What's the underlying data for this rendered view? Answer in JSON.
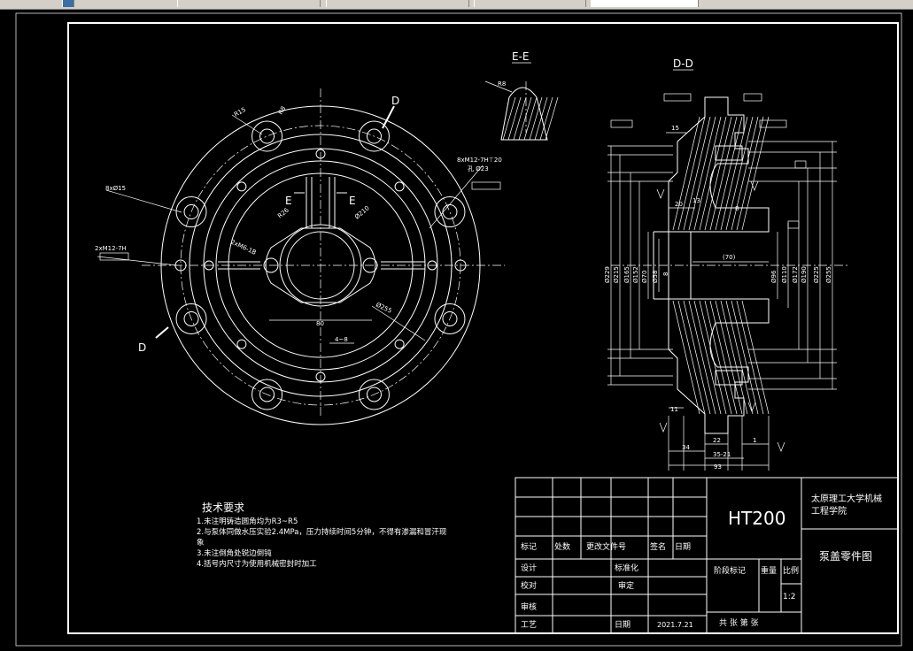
{
  "drawing": {
    "front_view": {
      "section_mark": "D",
      "dims": {
        "r15": "R15",
        "r8": "R8",
        "holes_8x15": "8xØ15",
        "thread_2xm12": "2xM12-7H",
        "thread_8xm12": "8xM12-7H⊤20",
        "bore_23": "孔 Ø23",
        "r26": "R26",
        "d210": "Ø210",
        "thread_2xm6": "2xM6-1B",
        "d255": "Ø255",
        "w4": "4~8",
        "w80": "80"
      },
      "marks": {
        "e_left": "E",
        "e_right": "E"
      }
    },
    "section_ee": {
      "title": "E-E",
      "dim": "R8"
    },
    "section_dd": {
      "title": "D-D",
      "dims_top": {
        "d15": "15",
        "d20": "20",
        "d13": "13",
        "d8": "8"
      },
      "dims_left": {
        "d229": "Ø229",
        "d215": "Ø215",
        "d165": "Ø165",
        "d152": "Ø152",
        "d70": "Ø70",
        "d58": "Ø58",
        "d8": "8"
      },
      "dims_right": {
        "d96": "Ø96",
        "d110": "Ø110",
        "d172": "Ø172",
        "d190": "Ø190",
        "d225": "Ø225",
        "d255": "Ø255"
      },
      "dim_70": "(70)",
      "dims_bottom": {
        "d11": "11",
        "d22": "22",
        "d1": "1",
        "d34": "34",
        "d35": "35-21",
        "d93": "93"
      }
    }
  },
  "tech_req": {
    "title": "技术要求",
    "items": [
      "1.未注明铸造圆角均为R3~R5",
      "2.与泵体同做水压实验2.4MPa，压力持续时间5分钟，不得有渗漏和冒汗现",
      "象",
      "3.未注倒角处锐边倒钝",
      "4.括号内尺寸为使用机械密封时加工"
    ]
  },
  "title_block": {
    "material": "HT200",
    "school": [
      "太原理工大学机械",
      "工程学院"
    ],
    "part_name": "泵盖零件图",
    "rev_headers": [
      "标记",
      "处数",
      "更改文件号",
      "签名",
      "日期"
    ],
    "rows": {
      "design": "设计",
      "standardize": "标准化",
      "check": "校对",
      "review": "审定",
      "audit": "审核",
      "process": "工艺",
      "date_label": "日期",
      "date_value": "2021.7.21"
    },
    "stage_mark": "阶段标记",
    "weight": "重量",
    "scale_label": "比例",
    "scale_value": "1:2",
    "sheets": "共  张   第  张"
  }
}
